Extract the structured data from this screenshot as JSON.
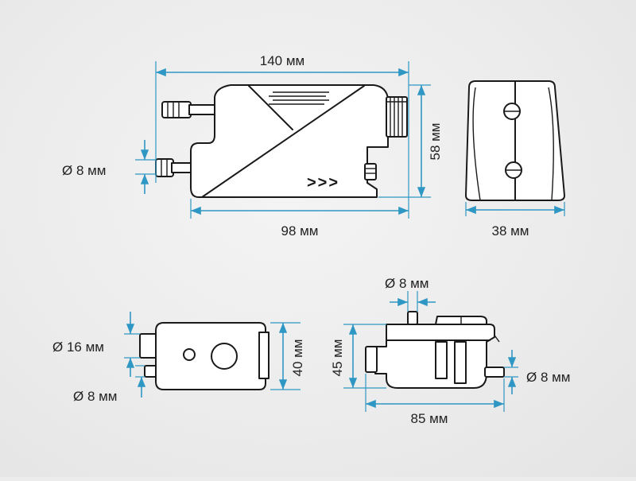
{
  "colors": {
    "dimension_line": "#2f97c3",
    "outline": "#1a1a1a",
    "background": "#ececec"
  },
  "side_view": {
    "length_total": "140 мм",
    "length_body": "98 мм",
    "height": "58 мм",
    "inlet_diameter": "Ø 8 мм",
    "flow_arrows": ">>>"
  },
  "end_view": {
    "width": "38 мм"
  },
  "top_view": {
    "main_inlet_diameter": "Ø 16 мм",
    "small_inlet_diameter": "Ø 8 мм",
    "width": "40 мм"
  },
  "front_view": {
    "top_port_diameter": "Ø 8 мм",
    "outlet_diameter": "Ø 8 мм",
    "height": "45 мм",
    "length": "85 мм"
  }
}
